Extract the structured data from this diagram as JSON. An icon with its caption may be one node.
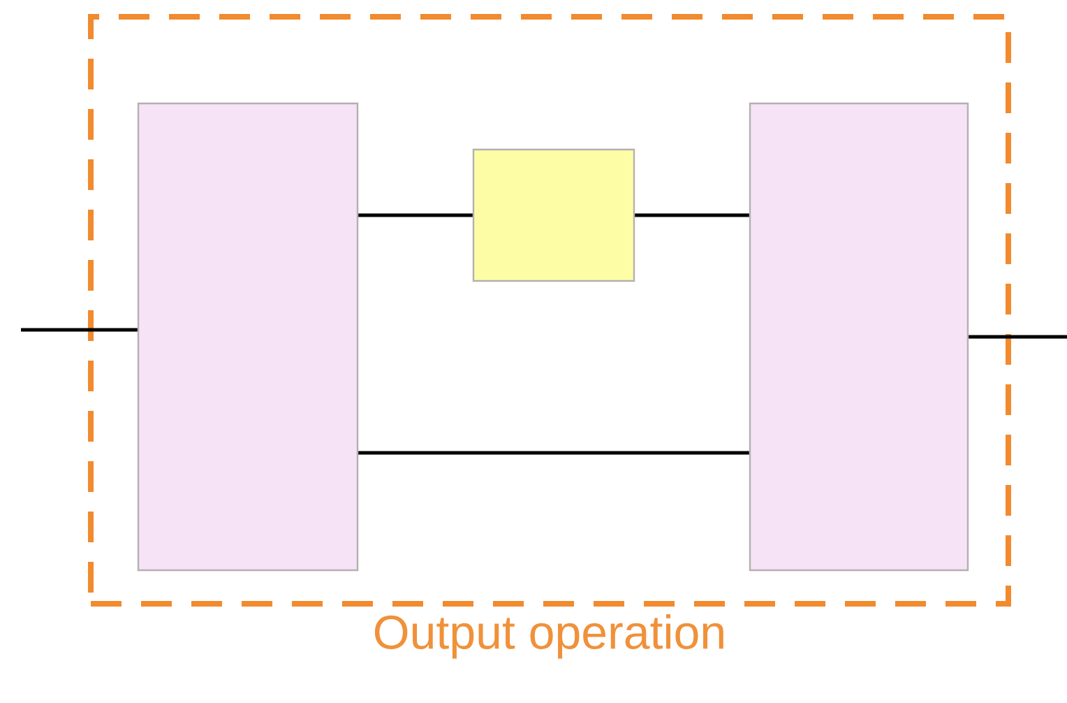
{
  "diagram": {
    "nodes": [
      {
        "text": [
          "Output operation"
        ]
      },
      {
        "text": [],
        "shape": "box",
        "in": 0
      },
      {
        "text": [],
        "shape": "box",
        "in": 0
      },
      {
        "text": [],
        "shape": "box",
        "in": 0
      }
    ],
    "edges": [
      {
        "from": null,
        "to": 1,
        "arrow": "none"
      },
      {
        "from": 1,
        "to": 2,
        "arrow": "none"
      },
      {
        "from": 2,
        "to": 3,
        "arrow": "none"
      },
      {
        "from": 1,
        "to": 3,
        "arrow": "none"
      },
      {
        "from": 3,
        "to": null,
        "arrow": "none"
      }
    ]
  }
}
